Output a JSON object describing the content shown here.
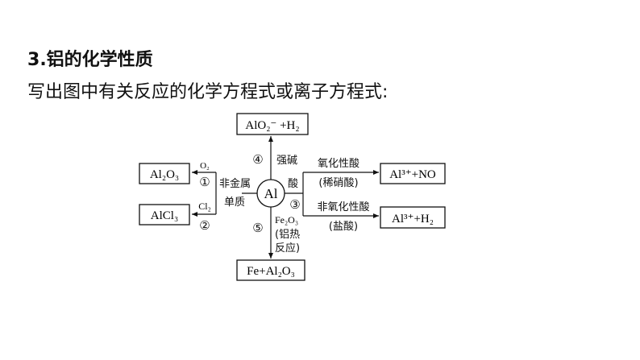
{
  "heading": {
    "number": "3",
    "title": "铝的化学性质",
    "subtitle": "写出图中有关反应的化学方程式或离子方程式:"
  },
  "diagram": {
    "center": "Al",
    "top_box": "AlO₂⁻ +H₂",
    "bottom_box": "Fe+Al₂O₃",
    "left_top_box": "Al₂O₃",
    "left_bottom_box": "AlCl₃",
    "right_top_box": "Al³⁺+NO",
    "right_bottom_box": "Al³⁺+H₂",
    "labels": {
      "n4": "④",
      "strong_base": "强碱",
      "o2": "O₂",
      "n1": "①",
      "nonmetal_line1": "非金属",
      "nonmetal_line2": "单质",
      "cl2": "Cl₂",
      "n2": "②",
      "acid": "酸",
      "n3": "③",
      "oxidizing_acid": "氧化性酸",
      "dilute_nitric": "(稀硝酸)",
      "nonoxidizing_acid": "非氧化性酸",
      "hydrochloric": "(盐酸)",
      "n5": "⑤",
      "fe2o3": "Fe₂O₃",
      "thermite_line1": "(铝热",
      "thermite_line2": "反应)"
    }
  }
}
